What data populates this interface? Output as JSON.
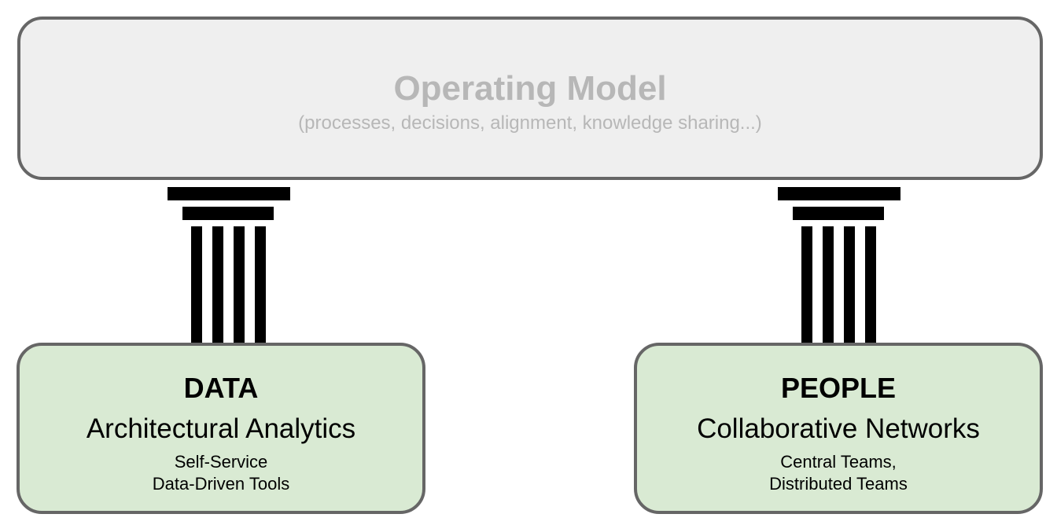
{
  "roof": {
    "title": "Operating Model",
    "subtitle": "(processes, decisions, alignment, knowledge sharing...)"
  },
  "pillars": [
    {
      "title": "DATA",
      "subtitle": "Architectural Analytics",
      "lines": [
        "Self-Service",
        "Data-Driven Tools"
      ]
    },
    {
      "title": "PEOPLE",
      "subtitle": "Collaborative Networks",
      "lines": [
        "Central Teams,",
        "Distributed Teams"
      ]
    }
  ],
  "colors": {
    "roof_fill": "#efefef",
    "roof_text": "#b7b7b7",
    "border": "#666666",
    "base_fill": "#d9ead3",
    "pillar": "#000000"
  }
}
